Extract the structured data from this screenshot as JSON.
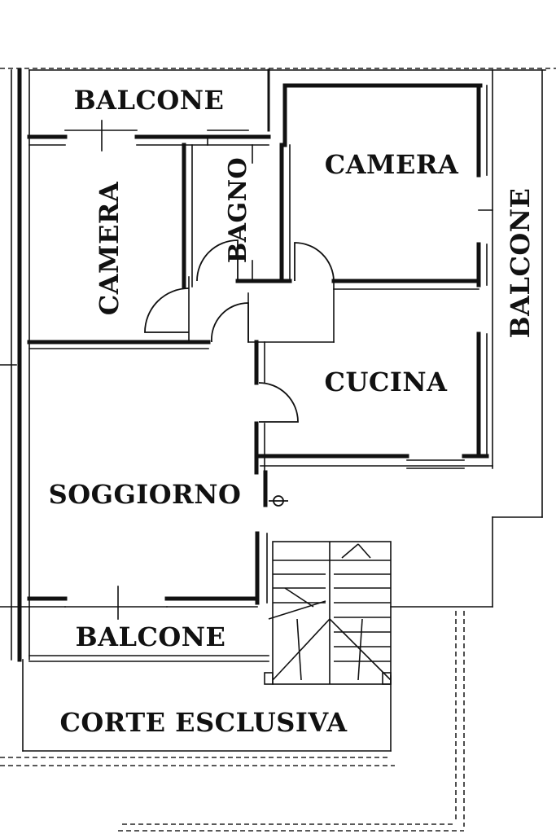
{
  "plan": {
    "rooms": {
      "balcone_top": "BALCONE",
      "camera_left": "CAMERA",
      "bagno": "BAGNO",
      "camera_right": "CAMERA",
      "balcone_right": "BALCONE",
      "cucina": "CUCINA",
      "soggiorno": "SOGGIORNO",
      "balcone_bottom": "BALCONE",
      "corte": "CORTE ESCLUSIVA"
    },
    "colors": {
      "ink": "#111111",
      "paper": "#ffffff"
    }
  }
}
